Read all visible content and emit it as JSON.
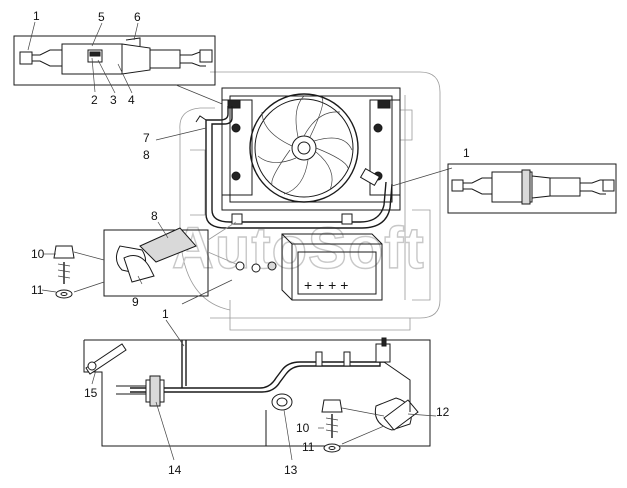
{
  "watermark": "AutoSoft",
  "callouts": {
    "c1_top": "1",
    "c5": "5",
    "c6": "6",
    "c2": "2",
    "c3": "3",
    "c4": "4",
    "c7": "7",
    "c8_left": "8",
    "c1_right": "1",
    "c8_mid": "8",
    "c10_left": "10",
    "c11_left": "11",
    "c9": "9",
    "c1_lower": "1",
    "c15": "15",
    "c14": "14",
    "c13": "13",
    "c12": "12",
    "c10_right": "10",
    "c11_right": "11"
  }
}
